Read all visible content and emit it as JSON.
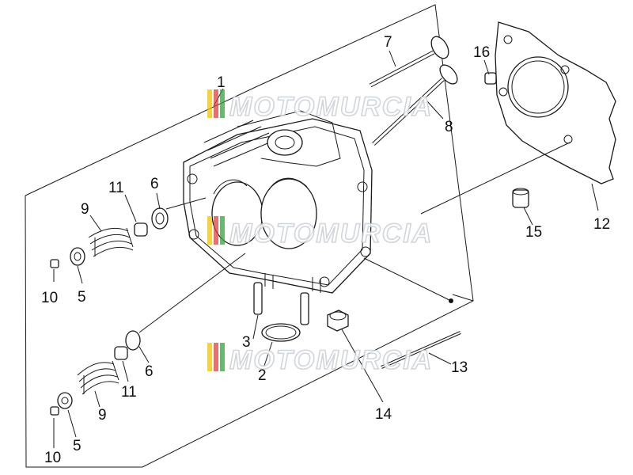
{
  "callouts": {
    "c1": "1",
    "c2": "2",
    "c3": "3",
    "c5a": "5",
    "c5b": "5",
    "c6a": "6",
    "c6b": "6",
    "c7": "7",
    "c8": "8",
    "c9a": "9",
    "c9b": "9",
    "c10a": "10",
    "c10b": "10",
    "c11a": "11",
    "c11b": "11",
    "c12": "12",
    "c13": "13",
    "c14": "14",
    "c15": "15",
    "c16": "16"
  },
  "watermark": {
    "text": "MOTOMURCIA",
    "colors": [
      "#f2c300",
      "#e04040",
      "#3aa040"
    ]
  }
}
